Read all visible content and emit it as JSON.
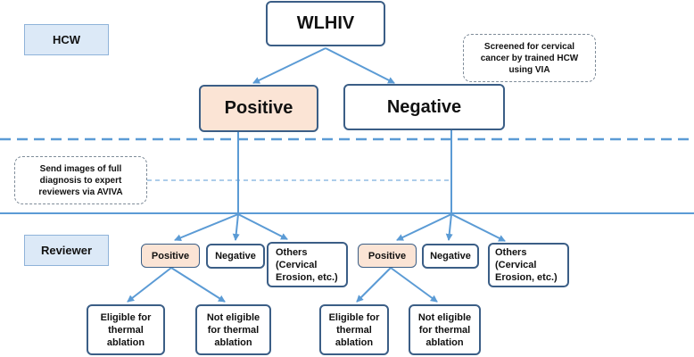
{
  "roles": {
    "hcw": "HCW",
    "reviewer": "Reviewer"
  },
  "top": {
    "root": "WLHIV",
    "positive": "Positive",
    "negative": "Negative"
  },
  "notes": {
    "screened": "Screened for cervical cancer by trained HCW using VIA",
    "send": "Send images of full diagnosis to expert reviewers via AVIVA"
  },
  "reviewer_left": {
    "positive": "Positive",
    "negative": "Negative",
    "others": "Others (Cervical Erosion, etc.)"
  },
  "reviewer_right": {
    "positive": "Positive",
    "negative": "Negative",
    "others": "Others (Cervical Erosion, etc.)"
  },
  "outcomes": {
    "left_eligible": "Eligible for thermal ablation",
    "left_not_eligible": "Not eligible for thermal ablation",
    "right_eligible": "Eligible for thermal ablation",
    "right_not_eligible": "Not eligible for thermal ablation"
  },
  "colors": {
    "line": "#5b9bd5",
    "box_border": "#3b5e86",
    "positive_fill": "#fbe4d5",
    "role_fill": "#dce9f7"
  }
}
